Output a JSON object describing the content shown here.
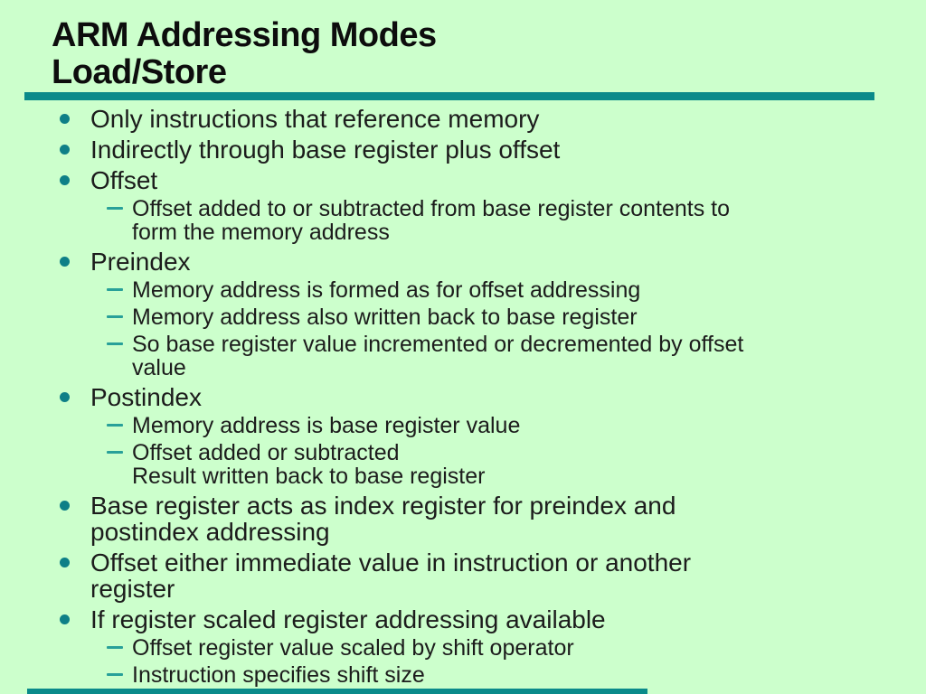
{
  "header": {
    "title_line1": "ARM Addressing Modes",
    "title_line2": "Load/Store"
  },
  "content": {
    "items": [
      {
        "text": "Only instructions that reference memory",
        "subs": []
      },
      {
        "text": "Indirectly through base register plus offset",
        "subs": []
      },
      {
        "text": "Offset",
        "subs": [
          {
            "text": "Offset added to or subtracted from base register contents to\nform the memory address"
          }
        ]
      },
      {
        "text": "Preindex",
        "subs": [
          {
            "text": "Memory address is formed as for offset addressing"
          },
          {
            "text": "Memory address also written back to base register"
          },
          {
            "text": "So base register value incremented or decremented by offset\nvalue"
          }
        ]
      },
      {
        "text": "Postindex",
        "subs": [
          {
            "text": "Memory address is base register value"
          },
          {
            "text": "Offset added or subtracted\nResult written back to base register"
          }
        ]
      },
      {
        "text": "Base register acts as index register for preindex and\npostindex addressing",
        "subs": []
      },
      {
        "text": "Offset either immediate value in instruction or another\nregister",
        "subs": []
      },
      {
        "text": "If register scaled register addressing available",
        "subs": [
          {
            "text": "Offset register value scaled by shift operator"
          },
          {
            "text": "Instruction specifies shift size"
          }
        ]
      }
    ]
  },
  "icons": {
    "bullet_dot": "filled-circle",
    "sub_bullet_dash": "horizontal-dash"
  },
  "colors": {
    "background": "#ccffcc",
    "accent_teal": "#0a8a8a",
    "bullet_dot": "#0e7f87",
    "dash": "#28a099",
    "title_text": "#0d0d0d",
    "body_text": "#1c1c1c"
  }
}
